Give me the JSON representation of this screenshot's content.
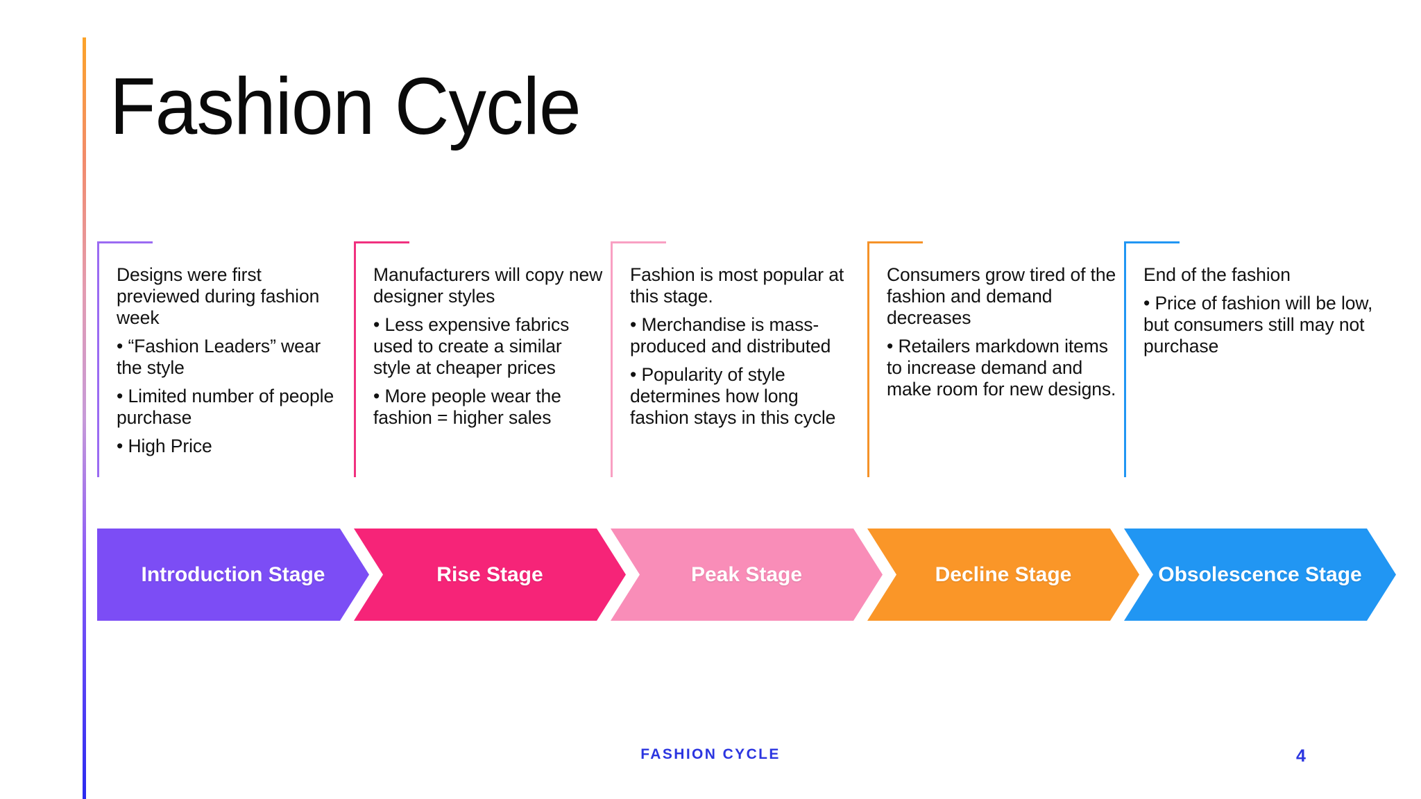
{
  "slide": {
    "title": "Fashion Cycle",
    "footer_label": "FASHION CYCLE",
    "page_number": "4",
    "accent_colors": {
      "bar_top": "#FCA328",
      "bar_mid": "#C79AD8",
      "bar_bottom": "#2A2AF0",
      "footer_text": "#2B35E0"
    }
  },
  "stages": [
    {
      "name": "Introduction Stage",
      "chevron_color": "#7C4DF5",
      "bracket_color": "#9B6BF2",
      "lead": "Designs were first previewed during fashion week",
      "bullets": [
        " • “Fashion Leaders” wear the style",
        "• Limited number of people purchase",
        "• High Price"
      ]
    },
    {
      "name": "Rise Stage",
      "chevron_color": "#F62478",
      "bracket_color": "#F0317F",
      "lead": "Manufacturers will copy new designer styles",
      "bullets": [
        "• Less expensive fabrics used to create a similar style at cheaper prices",
        "• More people wear the fashion = higher sales"
      ]
    },
    {
      "name": "Peak Stage",
      "chevron_color": "#F98DB8",
      "bracket_color": "#F9A0C3",
      "lead": "Fashion is most popular at this stage.",
      "bullets": [
        "• Merchandise is mass-produced and distributed",
        " • Popularity of style determines how long fashion stays in this cycle"
      ]
    },
    {
      "name": "Decline Stage",
      "chevron_color": "#FA9628",
      "bracket_color": "#F59228",
      "lead": "Consumers grow tired of the fashion and demand decreases",
      "bullets": [
        "• Retailers markdown items to increase demand and make room for new designs."
      ]
    },
    {
      "name": "Obsolescence Stage",
      "chevron_color": "#2196F3",
      "bracket_color": "#2196F3",
      "lead": "End of the fashion",
      "bullets": [
        "• Price of fashion will be low, but consumers still may not purchase"
      ]
    }
  ]
}
